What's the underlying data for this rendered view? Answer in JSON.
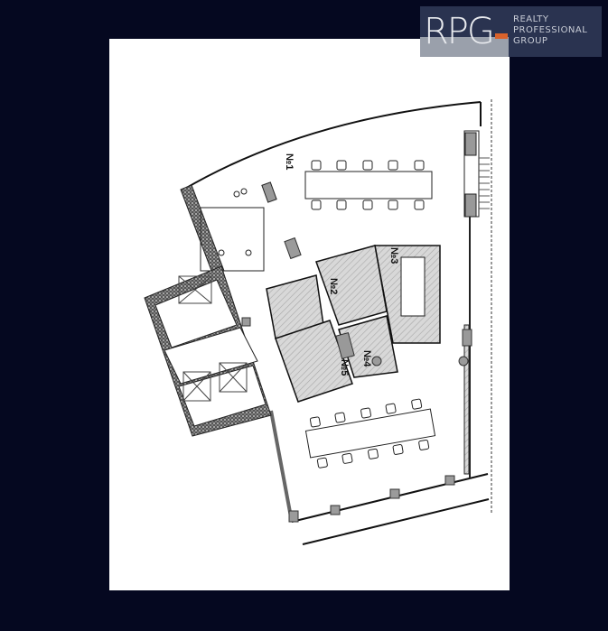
{
  "logo": {
    "mark": "RPG",
    "line1": "REALTY",
    "line2": "PROFESSIONAL",
    "line3": "GROUP",
    "accent_color": "#d9622b",
    "bg_color": "#2a3350"
  },
  "floor_plan": {
    "rooms": [
      {
        "id": "room-1",
        "label": "№1"
      },
      {
        "id": "room-2",
        "label": "№2"
      },
      {
        "id": "room-3",
        "label": "№3"
      },
      {
        "id": "room-4",
        "label": "№4"
      },
      {
        "id": "room-5",
        "label": "№5"
      }
    ],
    "hatch_color": "#cfcfcf",
    "wall_color": "#222222",
    "column_color": "#9b9b9b"
  },
  "page": {
    "background": "#050820",
    "sheet": "#ffffff"
  }
}
